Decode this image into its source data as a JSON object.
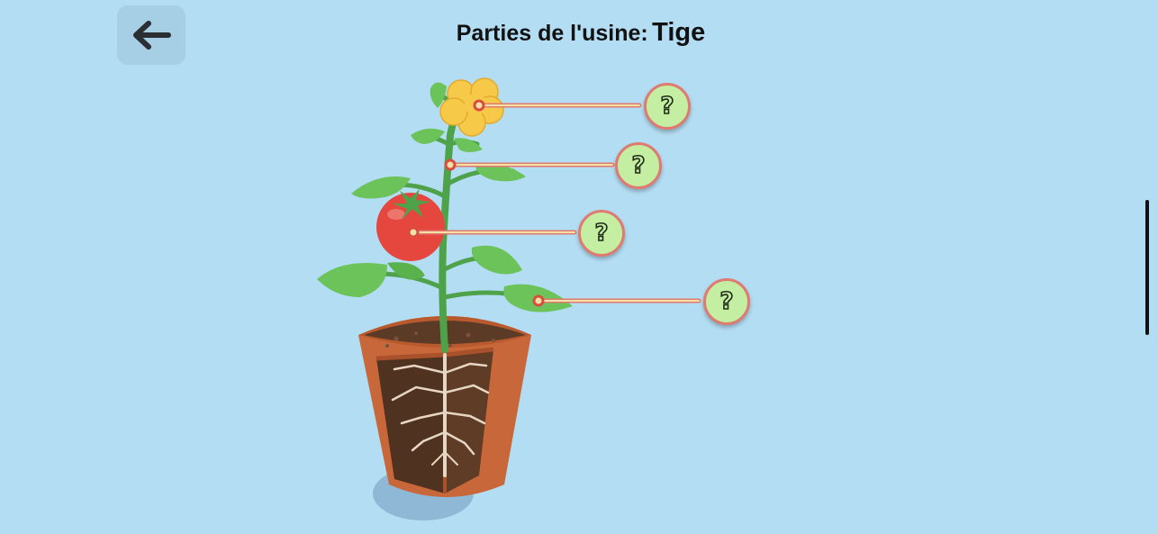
{
  "header": {
    "title_prefix": "Parties de l'usine:",
    "title_part": "Tige"
  },
  "back_button": {
    "icon": "arrow-left-icon"
  },
  "labels": [
    {
      "id": "flower",
      "text": "?"
    },
    {
      "id": "stem",
      "text": "?"
    },
    {
      "id": "fruit",
      "text": "?"
    },
    {
      "id": "leaf",
      "text": "?"
    }
  ],
  "colors": {
    "background": "#b3ddf3",
    "button_fill": "#c4eea1",
    "button_ring": "#e07a70",
    "leaf": "#6cc35a",
    "tomato": "#e5473f",
    "flower": "#f7c948",
    "pot": "#c8683a",
    "soil": "#5b3a26"
  }
}
